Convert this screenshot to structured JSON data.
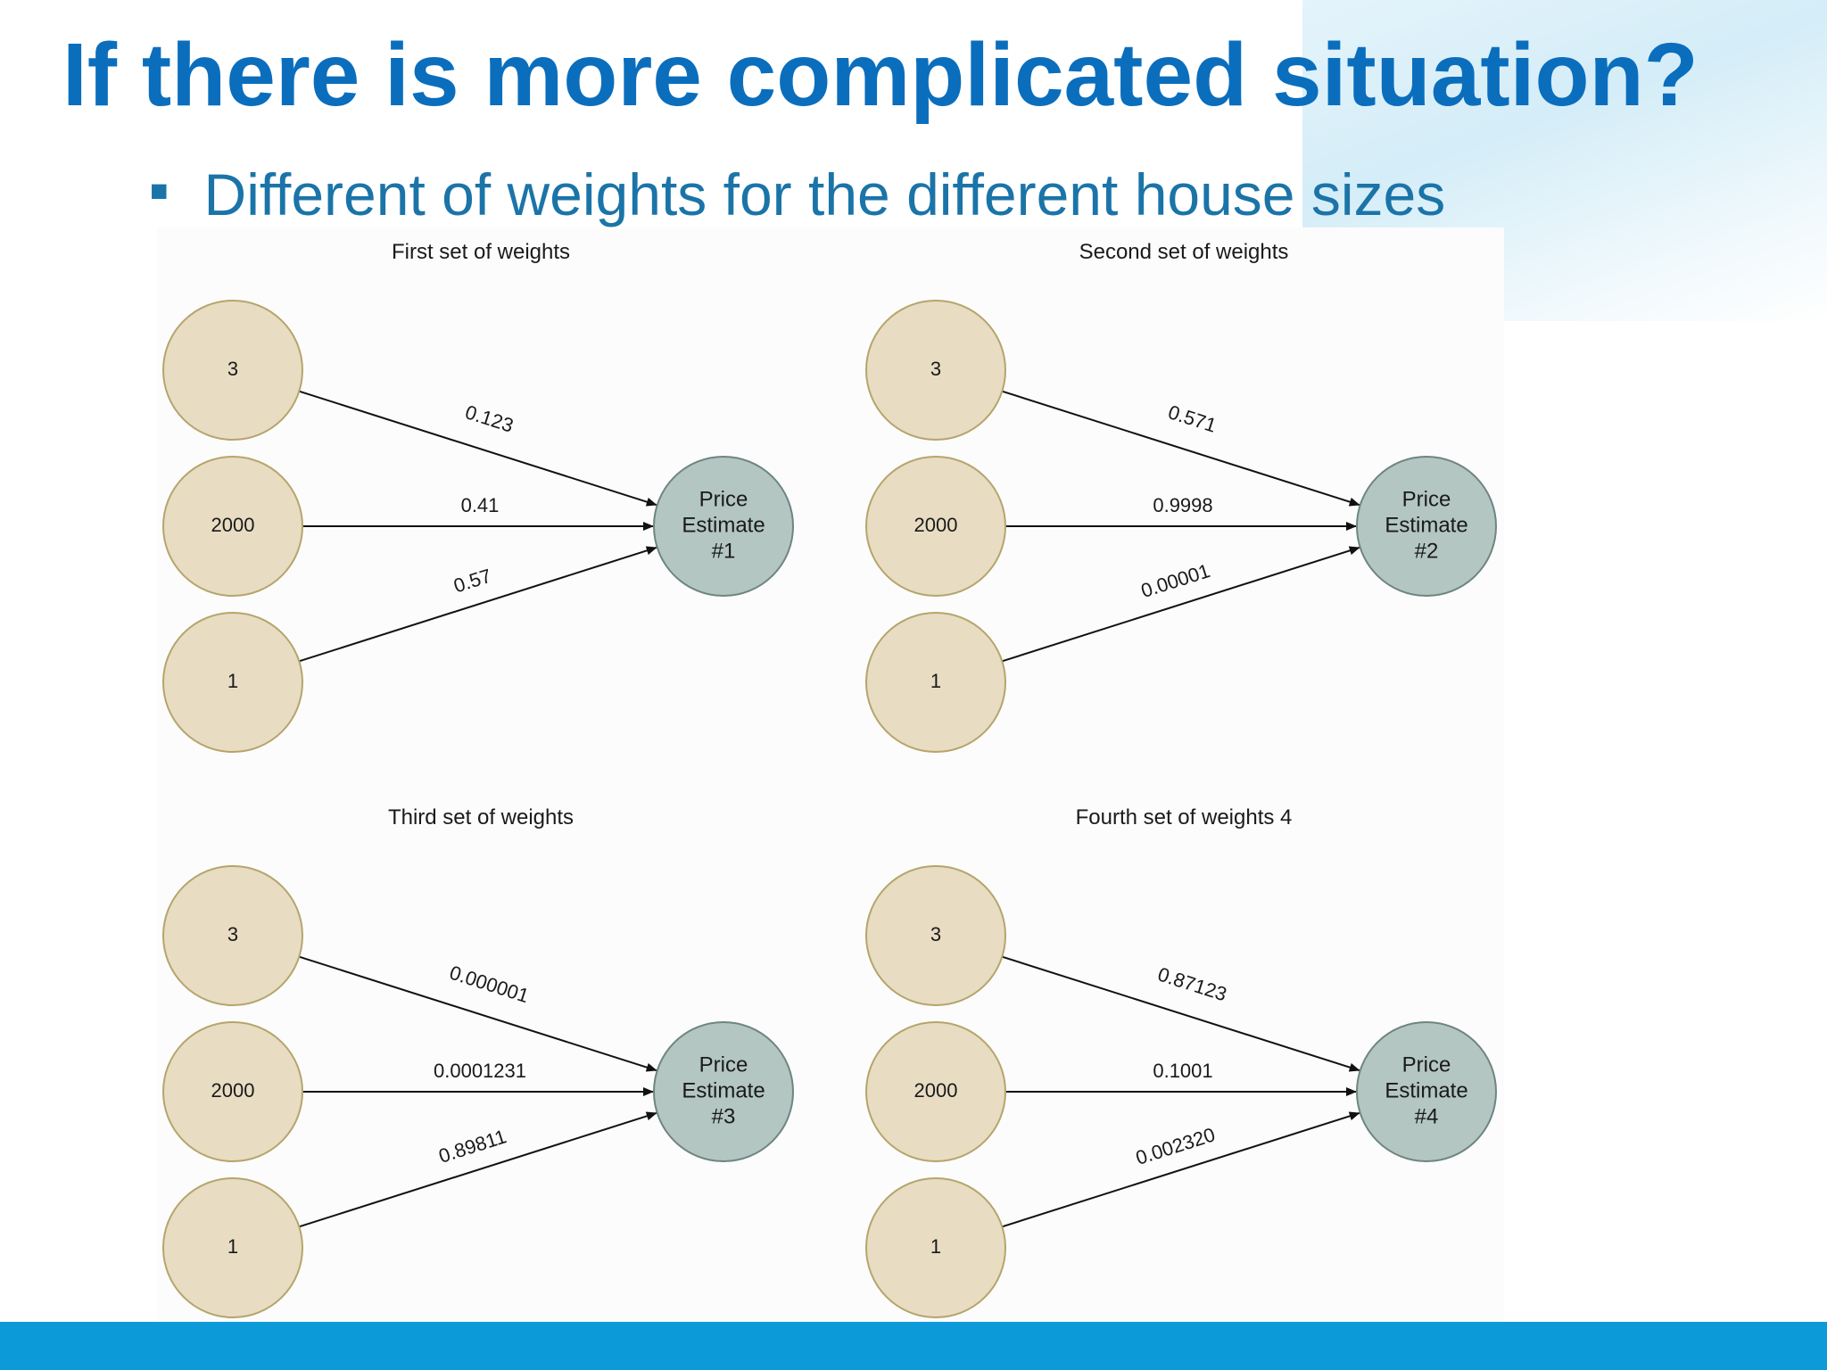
{
  "slide": {
    "title": "If there is more complicated situation?",
    "bullet": "Different of weights for the different house sizes"
  },
  "diagrams": [
    {
      "title": "First set of weights",
      "inputs": [
        "3",
        "2000",
        "1"
      ],
      "output": [
        "Price",
        "Estimate",
        "#1"
      ],
      "weights": [
        "0.123",
        "0.41",
        "0.57"
      ]
    },
    {
      "title": "Second set of weights",
      "inputs": [
        "3",
        "2000",
        "1"
      ],
      "output": [
        "Price",
        "Estimate",
        "#2"
      ],
      "weights": [
        "0.571",
        "0.9998",
        "0.00001"
      ]
    },
    {
      "title": "Third set of weights",
      "inputs": [
        "3",
        "2000",
        "1"
      ],
      "output": [
        "Price",
        "Estimate",
        "#3"
      ],
      "weights": [
        "0.000001",
        "0.0001231",
        "0.89811"
      ]
    },
    {
      "title": "Fourth set of weights 4",
      "inputs": [
        "3",
        "2000",
        "1"
      ],
      "output": [
        "Price",
        "Estimate",
        "#4"
      ],
      "weights": [
        "0.87123",
        "0.1001",
        "0.002320"
      ]
    }
  ],
  "colors": {
    "title": "#0a6ebd",
    "bullet": "#1b74a8",
    "input_fill": "#e8dcc3",
    "input_stroke": "#b5a56b",
    "output_fill": "#b3c6c2",
    "output_stroke": "#6e8581",
    "footer": "#0d9ad8"
  }
}
